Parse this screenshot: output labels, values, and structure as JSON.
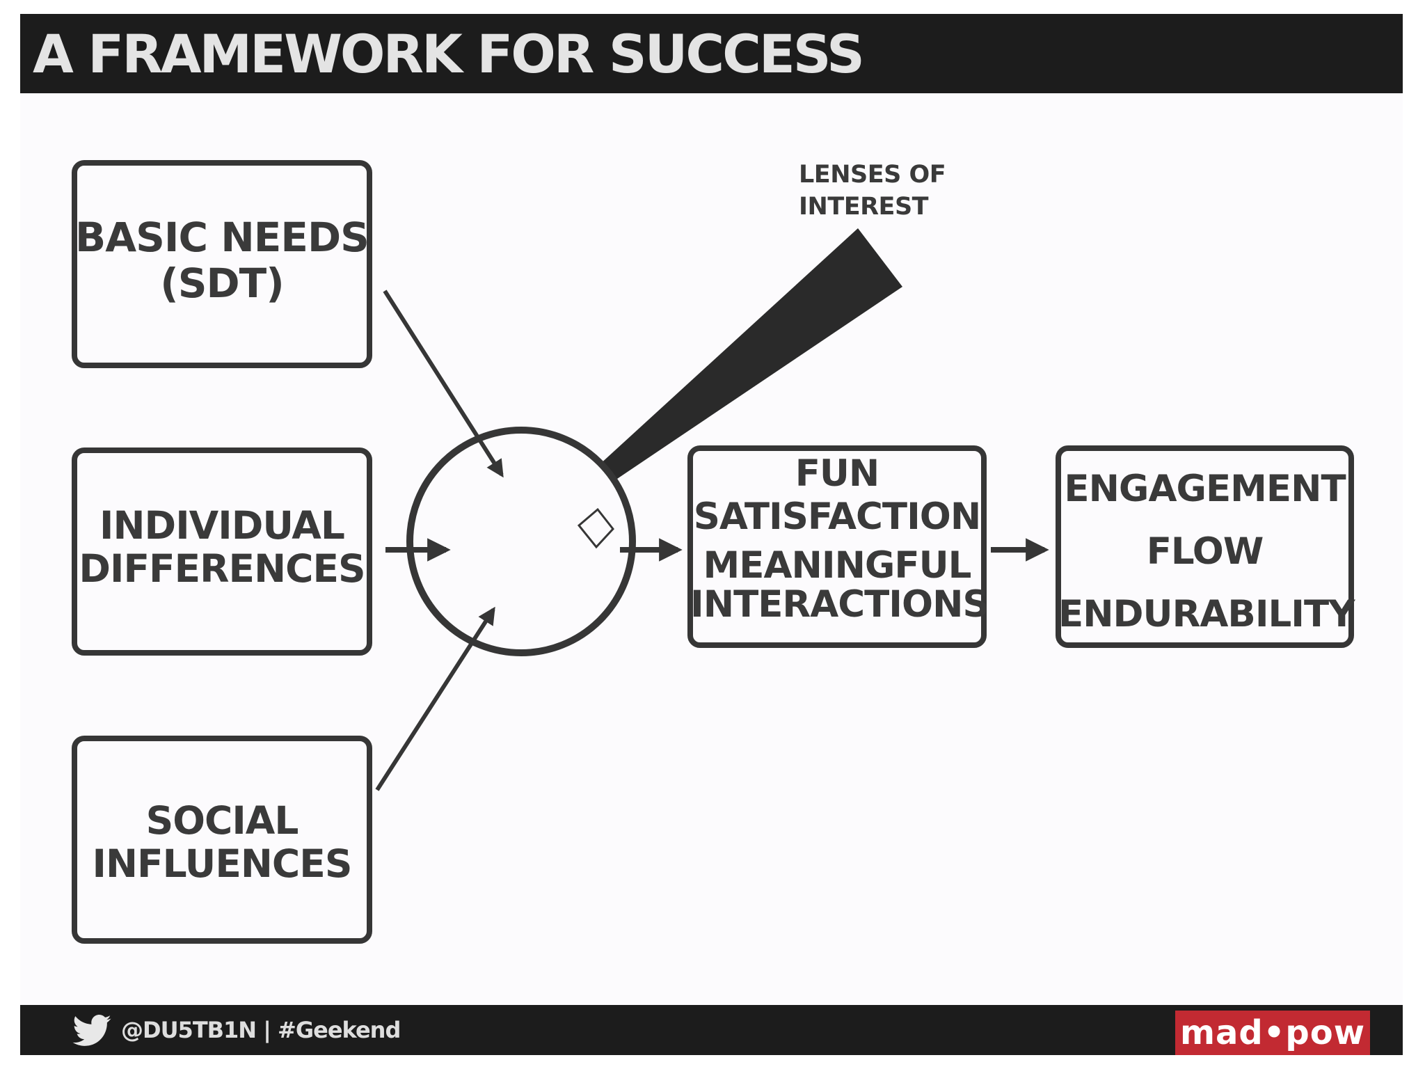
{
  "slide": {
    "title": "A FRAMEWORK FOR SUCCESS"
  },
  "diagram": {
    "inputs": {
      "basic_needs": {
        "line1": "BASIC NEEDS",
        "line2": "(SDT)"
      },
      "individual_differences": {
        "line1": "INDIVIDUAL",
        "line2": "DIFFERENCES"
      },
      "social_influences": {
        "line1": "SOCIAL",
        "line2": "INFLUENCES"
      }
    },
    "lens_label": {
      "line1": "LENSES OF",
      "line2": "INTEREST"
    },
    "outcomes": {
      "line1": "FUN",
      "line2": "SATISFACTION",
      "line3": "MEANINGFUL",
      "line4": "INTERACTIONS"
    },
    "results": {
      "line1": "ENGAGEMENT",
      "line2": "FLOW",
      "line3": "ENDURABILITY"
    },
    "colors": {
      "stroke": "#363636",
      "text": "#3a3a3a"
    }
  },
  "footer": {
    "handle": "@DU5TB1N | #Geekend",
    "icon": "twitter-bird-icon",
    "logo": "mad•pow",
    "logo_color": "#c22a32",
    "bar_color": "#1c1c1c"
  }
}
